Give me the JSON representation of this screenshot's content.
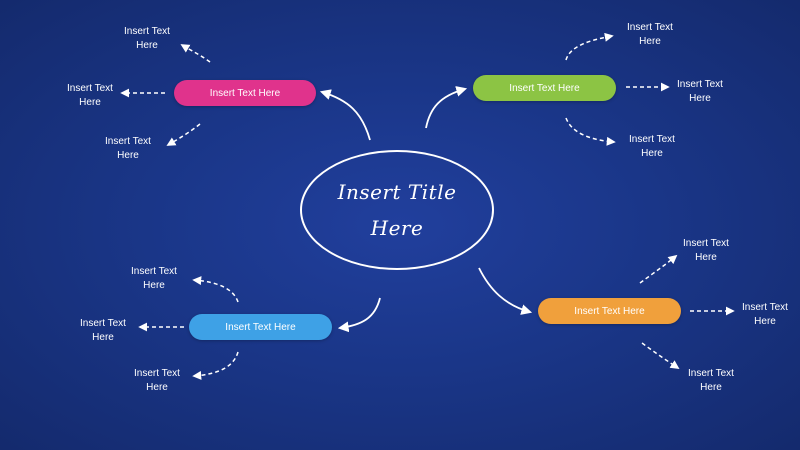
{
  "center": {
    "line1": "Insert Title",
    "line2": "Here"
  },
  "branches": {
    "pink": {
      "label": "Insert Text Here",
      "color": "#e0338c"
    },
    "green": {
      "label": "Insert Text Here",
      "color": "#8cc444"
    },
    "blue": {
      "label": "Insert Text Here",
      "color": "#3ea1e6"
    },
    "orange": {
      "label": "Insert Text Here",
      "color": "#f0a03c"
    }
  },
  "leaves": {
    "pink": [
      "Insert Text Here",
      "Insert Text Here",
      "Insert Text Here"
    ],
    "green": [
      "Insert Text Here",
      "Insert Text Here",
      "Insert Text Here"
    ],
    "blue": [
      "Insert Text Here",
      "Insert Text Here",
      "Insert Text Here"
    ],
    "orange": [
      "Insert Text Here",
      "Insert Text Here",
      "Insert Text Here"
    ]
  },
  "colors": {
    "background": "#1a3688",
    "line": "#ffffff"
  }
}
